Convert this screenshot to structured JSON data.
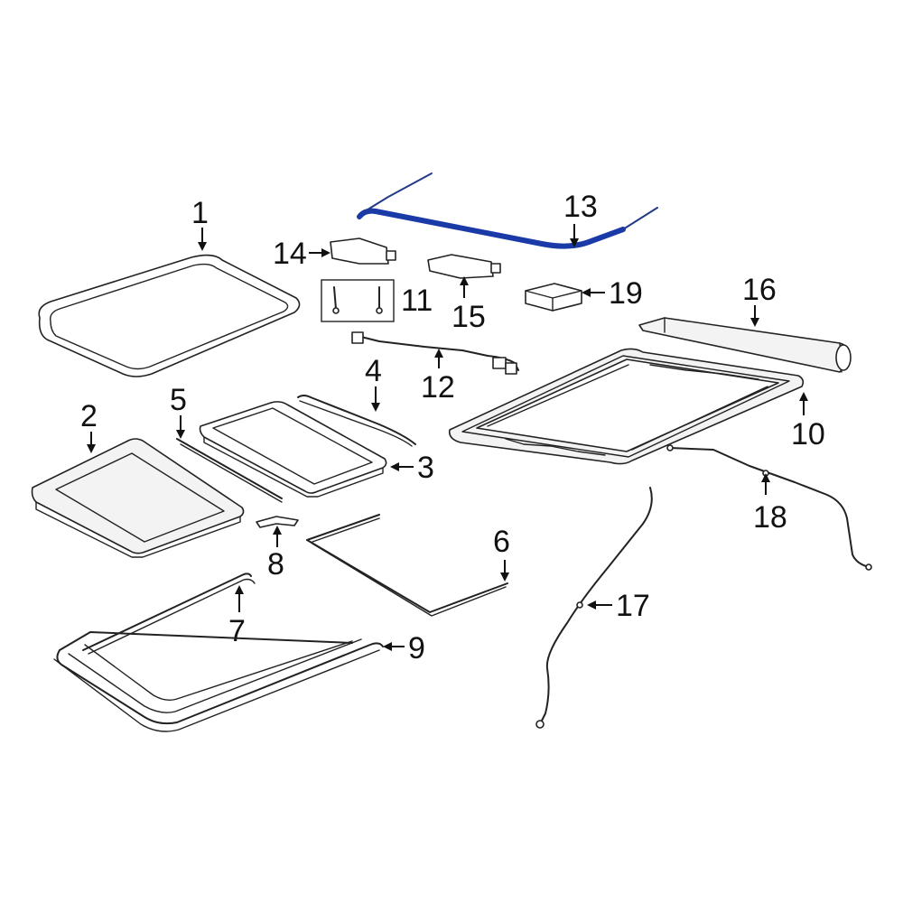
{
  "diagram": {
    "highlight_color": "#1a3aa8",
    "callouts": {
      "c1": "1",
      "c2": "2",
      "c3": "3",
      "c4": "4",
      "c5": "5",
      "c6": "6",
      "c7": "7",
      "c8": "8",
      "c9": "9",
      "c10": "10",
      "c11": "11",
      "c12": "12",
      "c13": "13",
      "c14": "14",
      "c15": "15",
      "c16": "16",
      "c17": "17",
      "c18": "18",
      "c19": "19"
    }
  }
}
